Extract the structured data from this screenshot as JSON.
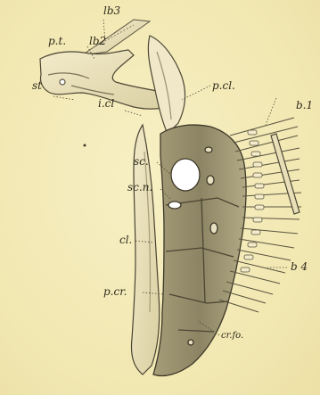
{
  "figure": {
    "labels": {
      "lb3": "lb3",
      "pt": "p.t.",
      "lb2": "lb2",
      "st": "st",
      "pcl": "p.cl.",
      "icl": "i.cl",
      "b1": "b.1",
      "sc": "sc.",
      "scn": "sc.n.",
      "cl": "cl.",
      "b4": "b 4",
      "pcr": "p.cr.",
      "crfo": "cr.fo."
    }
  },
  "colors": {
    "paper": "#f4ecb8",
    "bone_light": "#efe6c2",
    "bone_shade": "#c9bf92",
    "bone_dark": "#7d7456",
    "ink": "#2e2a1c"
  }
}
